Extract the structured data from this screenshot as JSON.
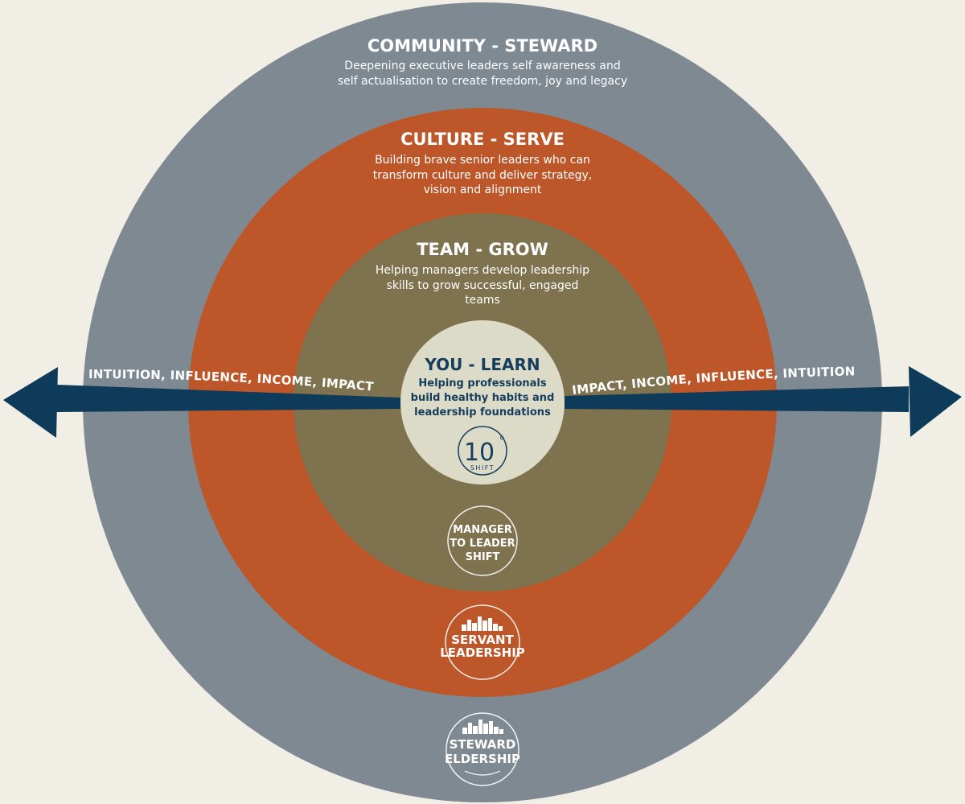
{
  "colors": {
    "background": "#f1efe5",
    "community_ring": "#7e8992",
    "culture_ring": "#bd5628",
    "team_ring": "#7f724e",
    "you_core": "#dcdbc7",
    "arrow": "#0e3b59",
    "core_text": "#163d5c"
  },
  "rings": {
    "community": {
      "title": "COMMUNITY - STEWARD",
      "desc_1": "Deepening executive leaders self awareness and",
      "desc_2": "self actualisation to create freedom, joy and legacy"
    },
    "culture": {
      "title": "CULTURE - SERVE",
      "desc_1": "Building brave senior leaders who can",
      "desc_2": "transform culture and deliver strategy,",
      "desc_3": "vision and alignment"
    },
    "team": {
      "title": "TEAM - GROW",
      "desc_1": "Helping managers develop leadership",
      "desc_2": "skills to grow successful, engaged",
      "desc_3": "teams"
    },
    "you": {
      "title": "YOU - LEARN",
      "desc_1": "Helping professionals",
      "desc_2": "build healthy habits and",
      "desc_3": "leadership foundations"
    }
  },
  "arrow": {
    "left_label": "INTUITION, INFLUENCE,  INCOME, IMPACT",
    "right_label": "IMPACT, INCOME, INFLUENCE, INTUITION"
  },
  "badges": {
    "ten_shift": {
      "number": "10",
      "degree": "°",
      "word": "SHIFT"
    },
    "manager": {
      "line_1": "MANAGER",
      "line_2": "TO LEADER",
      "line_3": "SHIFT"
    },
    "servant": {
      "line_1": "SERVANT",
      "line_2": "LEADERSHIP"
    },
    "steward": {
      "line_1": "STEWARD",
      "line_2": "ELDERSHIP"
    }
  }
}
